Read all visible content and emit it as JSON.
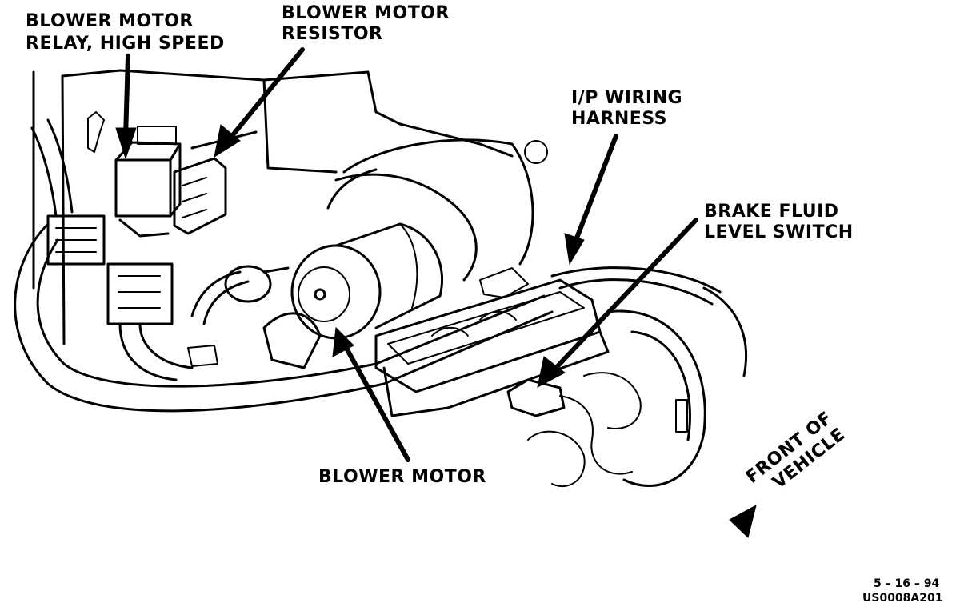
{
  "labels": {
    "relay_line1": "BLOWER MOTOR",
    "relay_line2": "RELAY, HIGH SPEED",
    "resistor_line1": "BLOWER MOTOR",
    "resistor_line2": "RESISTOR",
    "harness_line1": "I/P WIRING",
    "harness_line2": "HARNESS",
    "brake_line1": "BRAKE FLUID",
    "brake_line2": "LEVEL SWITCH",
    "blower_motor": "BLOWER MOTOR",
    "front_line1": "FRONT OF",
    "front_line2": "VEHICLE"
  },
  "footer": {
    "date": "5 – 16 – 94",
    "code": "US0008A201"
  },
  "colors": {
    "ink": "#000000",
    "paper": "#ffffff"
  }
}
